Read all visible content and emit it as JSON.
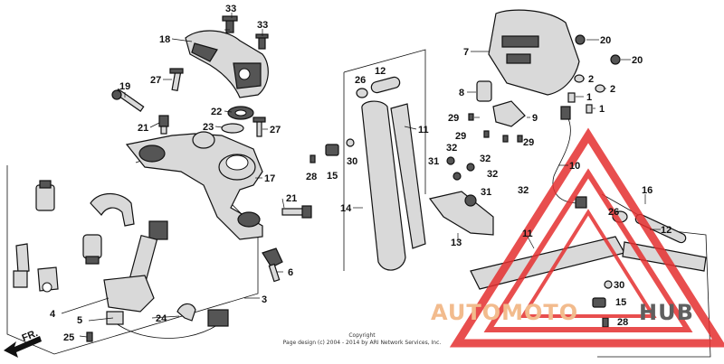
{
  "diagram": {
    "callouts": [
      {
        "id": "c33a",
        "text": "33"
      },
      {
        "id": "c33b",
        "text": "33"
      },
      {
        "id": "c18",
        "text": "18"
      },
      {
        "id": "c27a",
        "text": "27"
      },
      {
        "id": "c19",
        "text": "19"
      },
      {
        "id": "c22",
        "text": "22"
      },
      {
        "id": "c23",
        "text": "23"
      },
      {
        "id": "c27b",
        "text": "27"
      },
      {
        "id": "c21a",
        "text": "21"
      },
      {
        "id": "c20a",
        "text": "20"
      },
      {
        "id": "c20b",
        "text": "20"
      },
      {
        "id": "c7",
        "text": "7"
      },
      {
        "id": "c2a",
        "text": "2"
      },
      {
        "id": "c2b",
        "text": "2"
      },
      {
        "id": "c1a",
        "text": "1"
      },
      {
        "id": "c1b",
        "text": "1"
      },
      {
        "id": "c26a",
        "text": "26"
      },
      {
        "id": "c12a",
        "text": "12"
      },
      {
        "id": "c8",
        "text": "8"
      },
      {
        "id": "c9",
        "text": "9"
      },
      {
        "id": "c29a",
        "text": "29"
      },
      {
        "id": "c29b",
        "text": "29"
      },
      {
        "id": "c29c",
        "text": "29"
      },
      {
        "id": "c11a",
        "text": "11"
      },
      {
        "id": "c17",
        "text": "17"
      },
      {
        "id": "c32a",
        "text": "32"
      },
      {
        "id": "c32b",
        "text": "32"
      },
      {
        "id": "c32c",
        "text": "32"
      },
      {
        "id": "c32d",
        "text": "32"
      },
      {
        "id": "c31a",
        "text": "31"
      },
      {
        "id": "c31b",
        "text": "31"
      },
      {
        "id": "c30a",
        "text": "30"
      },
      {
        "id": "c28a",
        "text": "28"
      },
      {
        "id": "c15a",
        "text": "15"
      },
      {
        "id": "c10",
        "text": "10"
      },
      {
        "id": "c14",
        "text": "14"
      },
      {
        "id": "c21b",
        "text": "21"
      },
      {
        "id": "c13",
        "text": "13"
      },
      {
        "id": "c16",
        "text": "16"
      },
      {
        "id": "c26b",
        "text": "26"
      },
      {
        "id": "c12b",
        "text": "12"
      },
      {
        "id": "c11b",
        "text": "11"
      },
      {
        "id": "c6",
        "text": "6"
      },
      {
        "id": "c3",
        "text": "3"
      },
      {
        "id": "c4",
        "text": "4"
      },
      {
        "id": "c5",
        "text": "5"
      },
      {
        "id": "c24",
        "text": "24"
      },
      {
        "id": "c25",
        "text": "25"
      },
      {
        "id": "c30b",
        "text": "30"
      },
      {
        "id": "c15b",
        "text": "15"
      },
      {
        "id": "c28b",
        "text": "28"
      }
    ],
    "direction_label": "FR.",
    "copyright_line1": "Copyright",
    "copyright_line2": "Page design (c) 2004 - 2014 by ARI Network Services, Inc."
  },
  "watermark": {
    "text_red": "AUTOMOTO",
    "text_dark": "HUB",
    "colors": {
      "red": "#e53030",
      "orange": "#f0b07a",
      "dark": "#444444"
    }
  }
}
